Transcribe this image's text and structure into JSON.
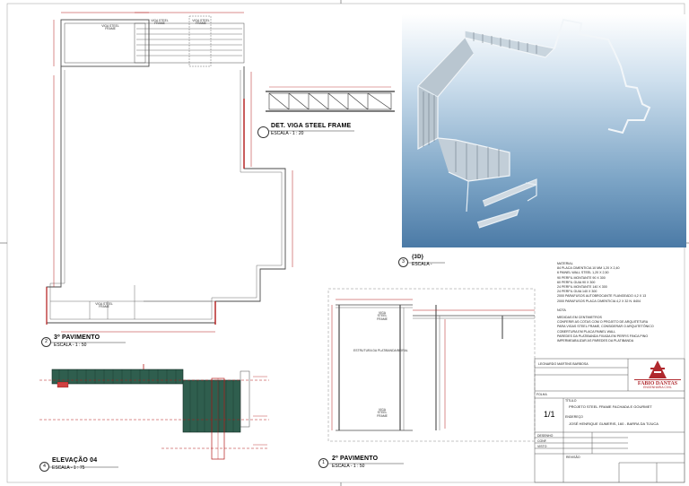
{
  "views": {
    "v1": {
      "num": "1",
      "title": "2º PAVIMENTO",
      "scale": "ESCALA - 1 : 50"
    },
    "v2": {
      "num": "2",
      "title": "3º PAVIMENTO",
      "scale": "ESCALA - 1 : 50"
    },
    "v3": {
      "num": "3",
      "title": "{3D}",
      "scale": "ESCALA -"
    },
    "v4": {
      "num": "4",
      "title": "ELEVAÇÃO 04",
      "scale": "ESCALA - 1 : 75"
    },
    "det": {
      "title": "DET. VIGA STEEL FRAME",
      "scale": "ESCALA - 1 : 20"
    }
  },
  "plan_labels": {
    "viga_steel_frame": "VIGA STEEL FRAME",
    "estrutura": "ESTRUTURA DA PLATIBANDA/BEIRAL"
  },
  "notes": {
    "material_title": "MATERIAL",
    "material": [
      "84 PLACA CIMENTICIA 10 MM 1,20 X 2,40",
      "6 PAINEL WALL STEEL 1,20 X 2,50",
      "90 PERFIL MONTANTE 90 X 300",
      "60 PERFIL GUIA 90 X 300",
      "24 PERFIL MONTANTE 140 X 300",
      "24 PERFIL GUIA 140 X 300",
      "2000 PARAFUSOS AUTOBROCANTE FLANGEADO 4,2 X 13",
      "2000 PARAFUSOS PLACA CIMENTICIA 4,2 X 32 N. 8404"
    ],
    "nota_title": "NOTA",
    "nota": [
      "MEDIDAS EM CENTIMETROS",
      "CONFERIR AS COTAS COM O PROJETO DE ARQUITETURA",
      "PARA VIGAS STEEL FRAME, CONSIDERAR O ARQUITETÔNICO",
      "COBERTURA EM PLACA PAINEL WALL",
      "PAREDES DA PLATIBANDA FIXADA EM PERFIS FINCA PINO",
      "IMPERMEABILIZAR AS PAREDES DA PLATIBANDA"
    ]
  },
  "title_block": {
    "firm": "FABIO DANTAS",
    "firm_sub": "ENGENHARIA CIVIL",
    "person": "LEONARDO MARTINS BARBOSA",
    "folha_label": "FOLHA",
    "folha": "1/1",
    "titulo_label": "TÍTULO",
    "titulo": "PROJETO STEEL FRAME FACHADA E GOURMET",
    "endereco_label": "ENDEREÇO",
    "endereco": "JOSÉ HENRIQUE GUMERIS, 160 - BARRA DA TIJUCA",
    "rows": [
      "DESENHO",
      "CONF.",
      "VISTO"
    ],
    "revisao": "REVISÃO"
  },
  "colors": {
    "dim_red": "#b21818",
    "plan_line": "#4a4a4a",
    "steel_green": "#2f5e4e",
    "logo_red": "#b0282d"
  }
}
